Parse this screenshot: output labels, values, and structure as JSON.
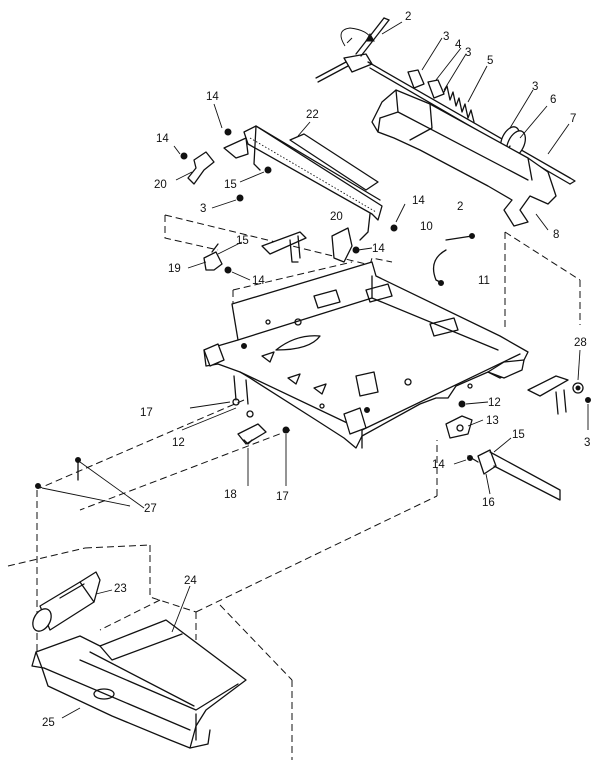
{
  "callouts": [
    {
      "id": "c2a",
      "text": "2"
    },
    {
      "id": "c3a",
      "text": "3"
    },
    {
      "id": "c4",
      "text": "4"
    },
    {
      "id": "c3b",
      "text": "3"
    },
    {
      "id": "c5",
      "text": "5"
    },
    {
      "id": "c3c",
      "text": "3"
    },
    {
      "id": "c6",
      "text": "6"
    },
    {
      "id": "c7",
      "text": "7"
    },
    {
      "id": "c8",
      "text": "8"
    },
    {
      "id": "c2b",
      "text": "2"
    },
    {
      "id": "c14a",
      "text": "14"
    },
    {
      "id": "c14b",
      "text": "14"
    },
    {
      "id": "c22",
      "text": "22"
    },
    {
      "id": "c20a",
      "text": "20"
    },
    {
      "id": "c15a",
      "text": "15"
    },
    {
      "id": "c3d",
      "text": "3"
    },
    {
      "id": "c14c",
      "text": "14"
    },
    {
      "id": "c20b",
      "text": "20"
    },
    {
      "id": "c14d",
      "text": "14"
    },
    {
      "id": "c10",
      "text": "10"
    },
    {
      "id": "c15b",
      "text": "15"
    },
    {
      "id": "c19",
      "text": "19"
    },
    {
      "id": "c14e",
      "text": "14"
    },
    {
      "id": "c11",
      "text": "11"
    },
    {
      "id": "c28",
      "text": "28"
    },
    {
      "id": "c17a",
      "text": "17"
    },
    {
      "id": "c12a",
      "text": "12"
    },
    {
      "id": "c12b",
      "text": "12"
    },
    {
      "id": "c13",
      "text": "13"
    },
    {
      "id": "c15c",
      "text": "15"
    },
    {
      "id": "c3e",
      "text": "3"
    },
    {
      "id": "c14f",
      "text": "14"
    },
    {
      "id": "c18",
      "text": "18"
    },
    {
      "id": "c17b",
      "text": "17"
    },
    {
      "id": "c16",
      "text": "16"
    },
    {
      "id": "c27",
      "text": "27"
    },
    {
      "id": "c23",
      "text": "23"
    },
    {
      "id": "c24",
      "text": "24"
    },
    {
      "id": "c25",
      "text": "25"
    }
  ]
}
